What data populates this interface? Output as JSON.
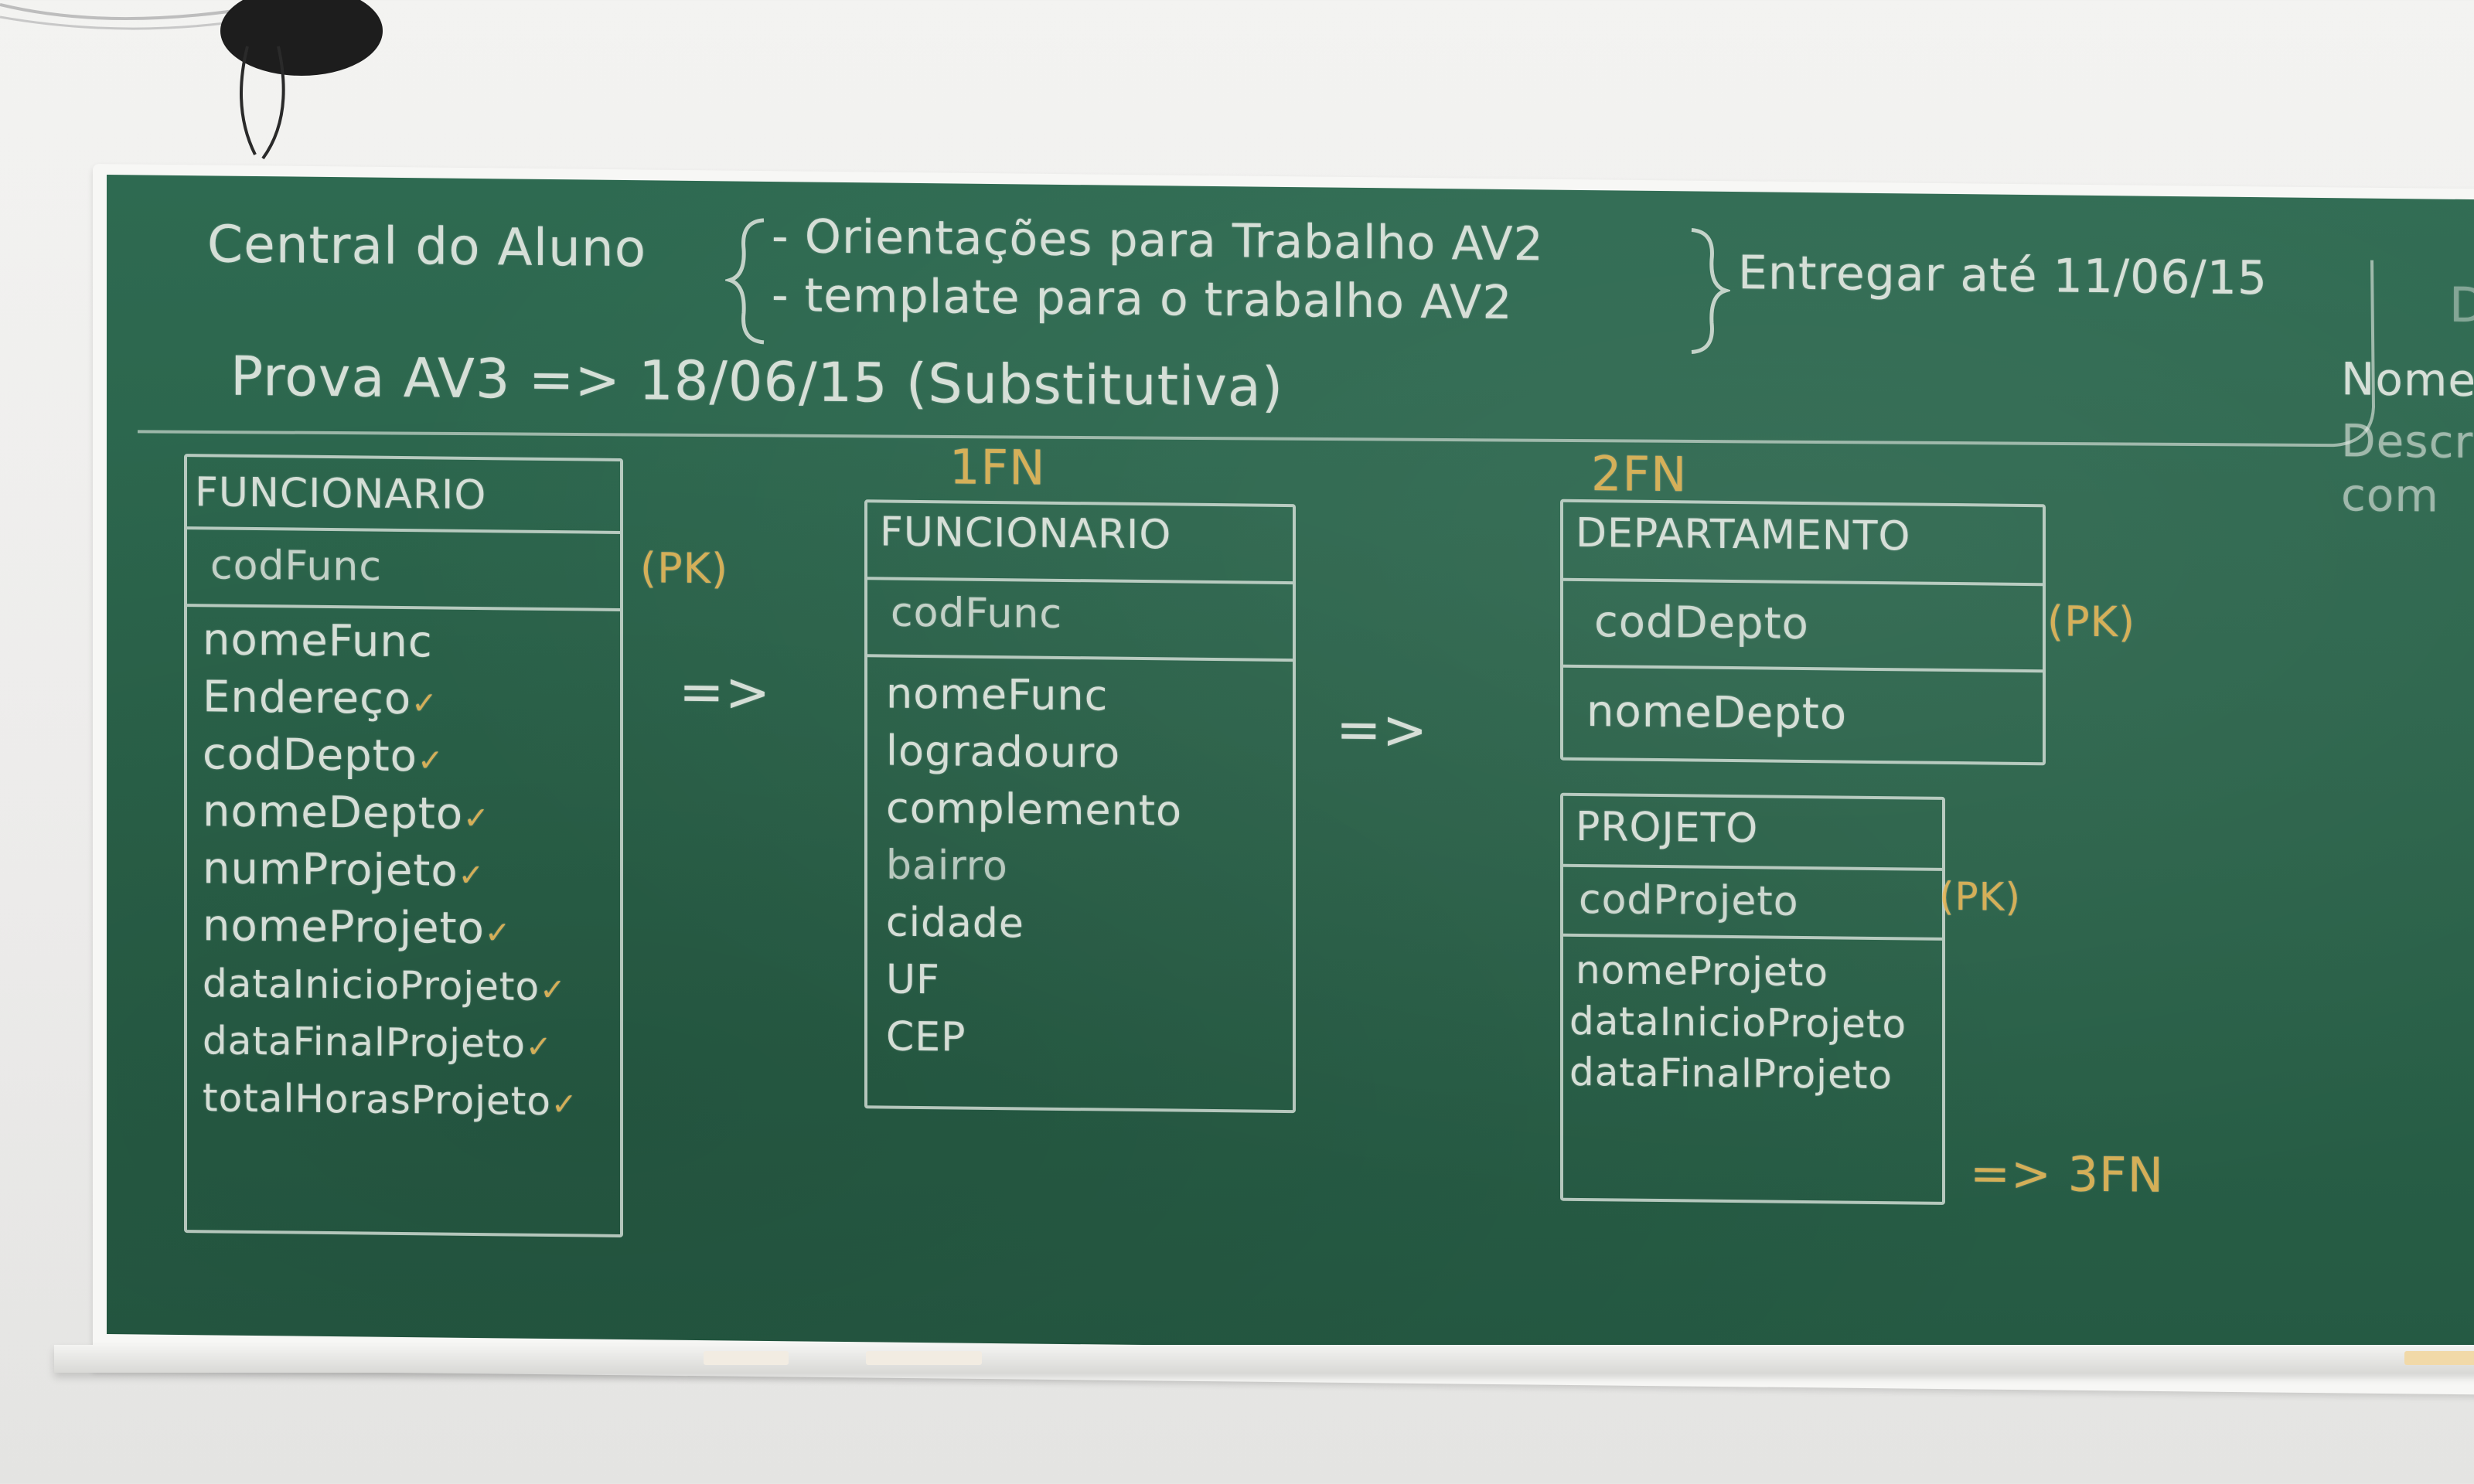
{
  "header": {
    "central": "Central do Aluno",
    "item1": "- Orientações para Trabalho AV2",
    "item2": "- template para o trabalho AV2",
    "deadline": "Entregar até 11/06/15",
    "exam": "Prova AV3 => 18/06/15 (Substitutiva)"
  },
  "right_edge": {
    "line1": "Dic",
    "line2": "Nome",
    "line3": "Descr",
    "line4": "com"
  },
  "arrow": "=>",
  "pk": "(PK)",
  "tick": "✓",
  "table0": {
    "title": "FUNCIONARIO",
    "key": "codFunc",
    "fields": [
      "nomeFunc",
      "Endereço",
      "codDepto",
      "nomeDepto",
      "numProjeto",
      "nomeProjeto",
      "dataInicioProjeto",
      "dataFinalProjeto",
      "totalHorasProjeto"
    ]
  },
  "fn1": {
    "heading": "1FN",
    "title": "FUNCIONARIO",
    "key": "codFunc",
    "fields": [
      "nomeFunc",
      "logradouro",
      "complemento",
      "bairro",
      "cidade",
      "UF",
      "CEP"
    ]
  },
  "fn2": {
    "heading": "2FN",
    "dept": {
      "title": "DEPARTAMENTO",
      "key": "codDepto",
      "field": "nomeDepto"
    },
    "proj": {
      "title": "PROJETO",
      "key": "codProjeto",
      "fields": [
        "nomeProjeto",
        "dataInicioProjeto",
        "dataFinalProjeto"
      ]
    }
  },
  "next": "=> 3FN",
  "colors": {
    "board": "#2a6249",
    "chalk": "#e8ece6",
    "chalk_orange": "#e7b85a"
  }
}
